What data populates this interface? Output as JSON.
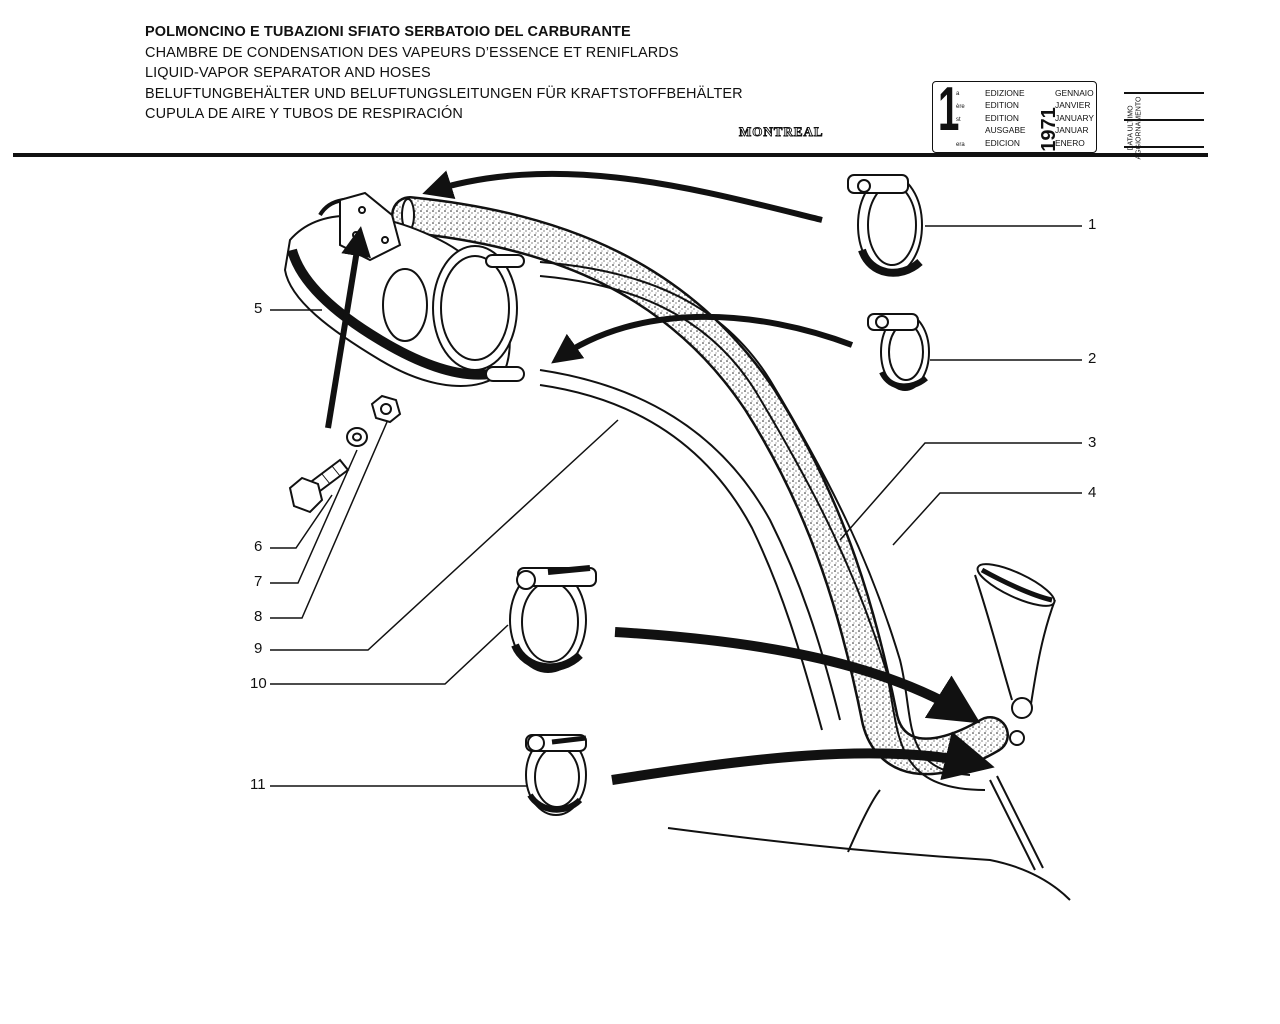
{
  "titles": [
    "POLMONCINO E TUBAZIONI SFIATO SERBATOIO DEL CARBURANTE",
    "CHAMBRE DE CONDENSATION DES VAPEURS D’ESSENCE ET RENIFLARDS",
    "LIQUID-VAPOR SEPARATOR AND HOSES",
    "BELUFTUNGBEHÄLTER UND BELUFTUNGSLEITUNGEN FÜR KRAFTSTOFFBEHÄLTER",
    "CUPULA DE AIRE Y TUBOS DE RESPIRACIÓN"
  ],
  "brand": "MONTREAL",
  "edition": {
    "number": "1",
    "superscripts": [
      "a",
      "ère",
      "st",
      "",
      "era"
    ],
    "labels": [
      "EDIZIONE",
      "EDITION",
      "EDITION",
      "AUSGABE",
      "EDICION"
    ],
    "year": "1971",
    "months": [
      "GENNAIO",
      "JANVIER",
      "JANUARY",
      "JANUAR",
      "ENERO"
    ],
    "update_label": "DATA ULTIMO\nAGGIORNAMENTO"
  },
  "callouts": [
    "1",
    "2",
    "3",
    "4",
    "5",
    "6",
    "7",
    "8",
    "9",
    "10",
    "11"
  ],
  "colors": {
    "ink": "#111111",
    "paper": "#ffffff"
  }
}
